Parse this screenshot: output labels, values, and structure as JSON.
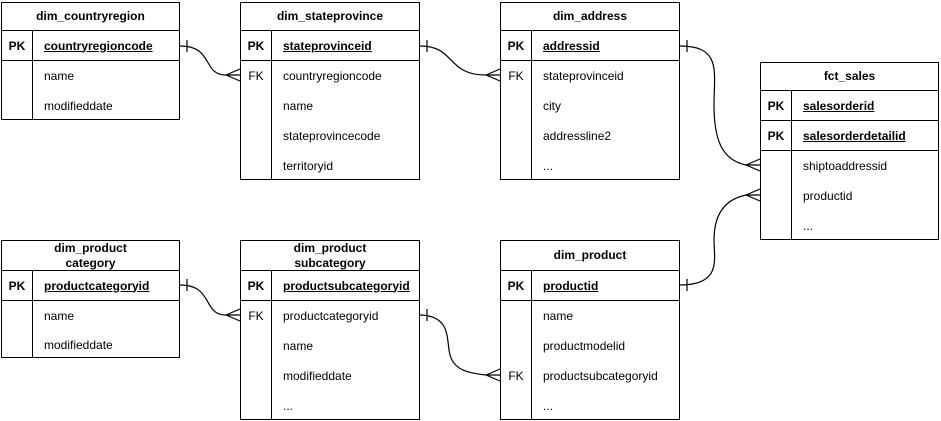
{
  "diagram": {
    "kind": "entity-relationship-diagram",
    "colors": {
      "line": "#000000",
      "text": "#000000",
      "background": "#ffffff"
    },
    "tables": [
      {
        "title": "dim_countryregion",
        "fields": [
          {
            "key": "PK",
            "label": "countryregioncode"
          },
          {
            "key": "",
            "label": "name"
          },
          {
            "key": "",
            "label": "modifieddate"
          }
        ]
      },
      {
        "title": "dim_stateprovince",
        "fields": [
          {
            "key": "PK",
            "label": "stateprovinceid"
          },
          {
            "key": "FK",
            "label": "countryregioncode"
          },
          {
            "key": "",
            "label": "name"
          },
          {
            "key": "",
            "label": "stateprovincecode"
          },
          {
            "key": "",
            "label": "territoryid"
          }
        ]
      },
      {
        "title": "dim_address",
        "fields": [
          {
            "key": "PK",
            "label": "addressid"
          },
          {
            "key": "FK",
            "label": "stateprovinceid"
          },
          {
            "key": "",
            "label": "city"
          },
          {
            "key": "",
            "label": "addressline2"
          },
          {
            "key": "",
            "label": "..."
          }
        ]
      },
      {
        "title": "fct_sales",
        "fields": [
          {
            "key": "PK",
            "label": "salesorderid"
          },
          {
            "key": "PK",
            "label": "salesorderdetailid"
          },
          {
            "key": "",
            "label": "shiptoaddressid"
          },
          {
            "key": "",
            "label": "productid"
          },
          {
            "key": "",
            "label": "..."
          }
        ]
      },
      {
        "title": "dim_product\ncategory",
        "fields": [
          {
            "key": "PK",
            "label": "productcategoryid"
          },
          {
            "key": "",
            "label": "name"
          },
          {
            "key": "",
            "label": "modifieddate"
          }
        ]
      },
      {
        "title": "dim_product\nsubcategory",
        "fields": [
          {
            "key": "PK",
            "label": "productsubcategoryid"
          },
          {
            "key": "FK",
            "label": "productcategoryid"
          },
          {
            "key": "",
            "label": "name"
          },
          {
            "key": "",
            "label": "modifieddate"
          },
          {
            "key": "",
            "label": "..."
          }
        ]
      },
      {
        "title": "dim_product",
        "fields": [
          {
            "key": "PK",
            "label": "productid"
          },
          {
            "key": "",
            "label": "name"
          },
          {
            "key": "",
            "label": "productmodelid"
          },
          {
            "key": "FK",
            "label": "productsubcategoryid"
          },
          {
            "key": "",
            "label": "..."
          }
        ]
      }
    ],
    "relationships": [
      {
        "from": "dim_countryregion.countryregioncode",
        "to": "dim_stateprovince.countryregioncode",
        "from_cardinality": "one",
        "to_cardinality": "many"
      },
      {
        "from": "dim_stateprovince.stateprovinceid",
        "to": "dim_address.stateprovinceid",
        "from_cardinality": "one",
        "to_cardinality": "many"
      },
      {
        "from": "dim_address.addressid",
        "to": "fct_sales.shiptoaddressid",
        "from_cardinality": "one",
        "to_cardinality": "many"
      },
      {
        "from": "dim_product.productid",
        "to": "fct_sales.productid",
        "from_cardinality": "one",
        "to_cardinality": "many"
      },
      {
        "from": "dim_productcategory.productcategoryid",
        "to": "dim_productsubcategory.productcategoryid",
        "from_cardinality": "one",
        "to_cardinality": "many"
      },
      {
        "from": "dim_productsubcategory.productsubcategoryid",
        "to": "dim_product.productsubcategoryid",
        "from_cardinality": "one",
        "to_cardinality": "many"
      }
    ]
  }
}
